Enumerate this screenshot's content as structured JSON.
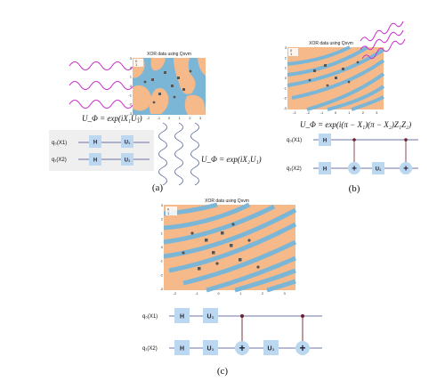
{
  "colors": {
    "cls_a": "#f6b98a",
    "cls_b": "#7cb6d6",
    "gate_fill": "#bcd8f0",
    "wire": "#3b4a8a",
    "wave": "#cc33cc",
    "control": "#6b1f2e",
    "panel_bg": "#efefef"
  },
  "panel_a": {
    "caption": "(a)",
    "plot_title": "XOR data using Qsvm",
    "eq_top": "U_Φ = exp(iX₁U₁)",
    "eq_side": "U_Φ = exp(iX₂U₁)",
    "wires": [
      {
        "label": "q₀(X1)",
        "gates": [
          "H",
          "U₁"
        ]
      },
      {
        "label": "q₁(X2)",
        "gates": [
          "H",
          "U₁"
        ]
      }
    ],
    "legend": [
      "0",
      "1"
    ],
    "xticks": [
      "-3",
      "-2",
      "-1",
      "0",
      "1",
      "2",
      "3"
    ],
    "yticks": [
      "3",
      "2",
      "1",
      "0",
      "-1",
      "-2",
      "-3"
    ]
  },
  "panel_b": {
    "caption": "(b)",
    "plot_title": "XOR data using Qsvm",
    "eq": "U_Φ = exp(i(π − X₁)(π − X₂)Z₁Z₂)",
    "wires": [
      {
        "label": "q₀(X1)",
        "gates": [
          "H"
        ]
      },
      {
        "label": "q₁(X2)",
        "gates": [
          "H",
          "⊕",
          "U₁",
          "⊕"
        ]
      }
    ],
    "legend": [
      "0",
      "1"
    ],
    "xticks": [
      "-3",
      "-2",
      "-1",
      "0",
      "1",
      "2",
      "3"
    ],
    "yticks": [
      "3",
      "2",
      "1",
      "0",
      "-1",
      "-2",
      "-3"
    ]
  },
  "panel_c": {
    "caption": "(c)",
    "plot_title": "XOR data using Qsvm",
    "wires": [
      {
        "label": "q₀(X1)",
        "gates": [
          "H",
          "U₁"
        ]
      },
      {
        "label": "q₁(X2)",
        "gates": [
          "H",
          "U₁",
          "⊕",
          "U₁",
          "⊕"
        ]
      }
    ],
    "legend": [
      "0",
      "1"
    ],
    "xticks": [
      "-2",
      "-1",
      "0",
      "1",
      "2",
      "3"
    ],
    "yticks": [
      "3",
      "2",
      "1",
      "0",
      "-1",
      "-2",
      "-3"
    ]
  }
}
